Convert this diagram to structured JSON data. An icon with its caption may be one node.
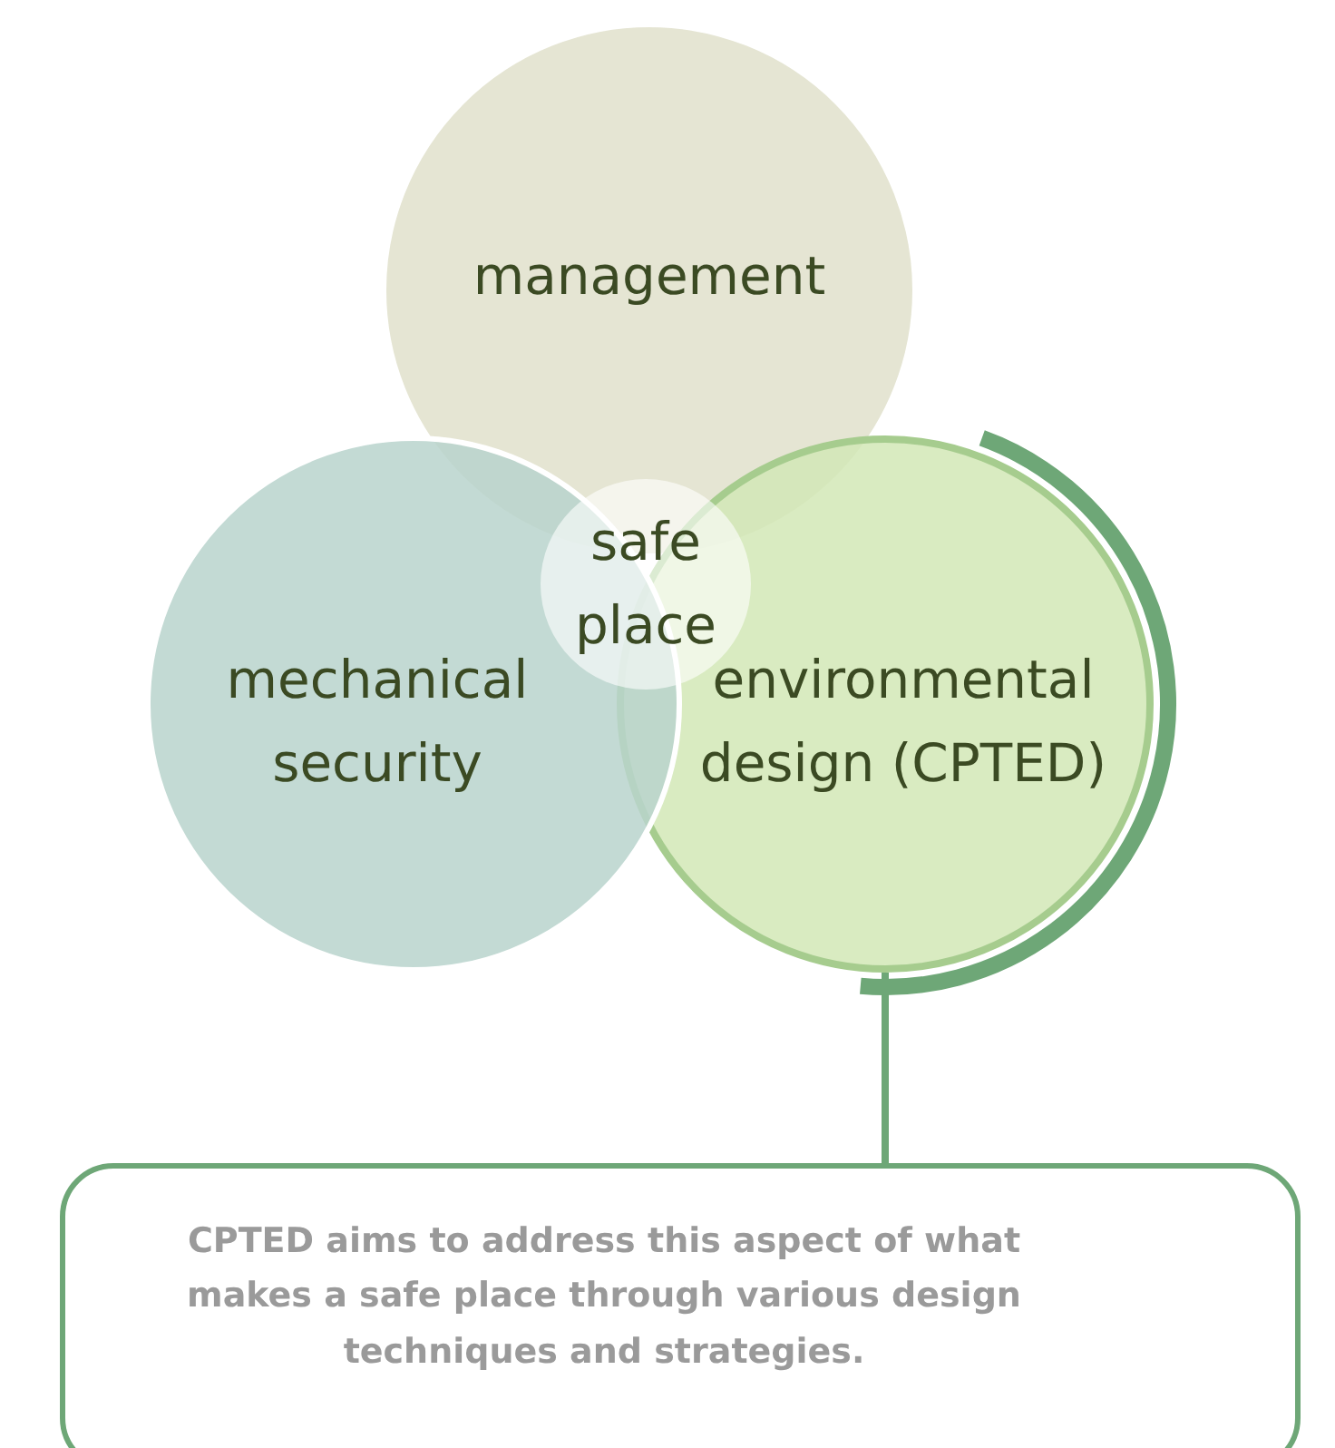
{
  "diagram": {
    "nodes": [
      {
        "text": [
          "management"
        ]
      },
      {
        "text": [
          "mechanical security"
        ]
      },
      {
        "text": [
          "environmental design (CPTED)"
        ]
      },
      {
        "text": [
          "safe place"
        ]
      },
      {
        "text": [
          "CPTED aims to address this aspect of what makes a safe place through various design techniques and strategies."
        ]
      }
    ],
    "edges": [
      {
        "from": 2,
        "to": 4,
        "arrow": "none"
      }
    ]
  }
}
